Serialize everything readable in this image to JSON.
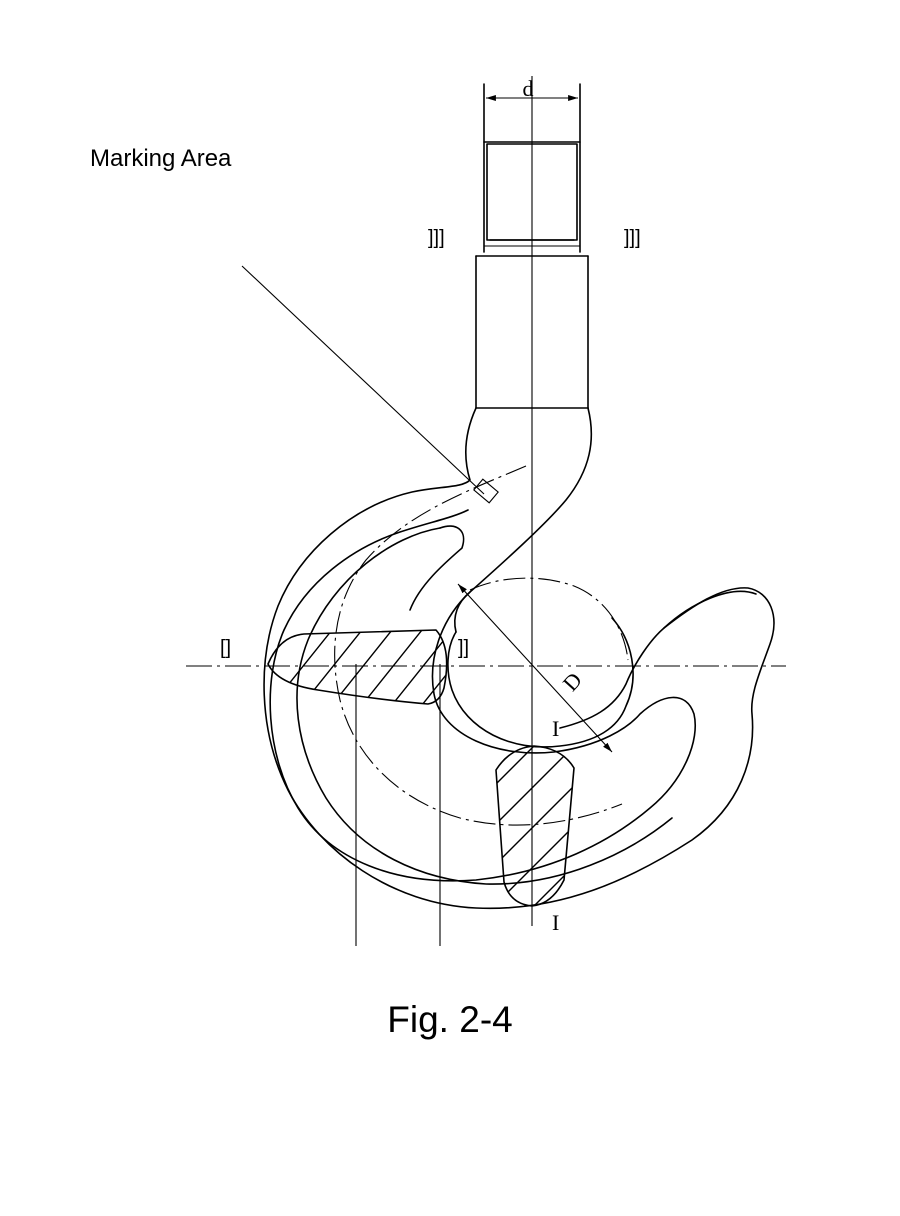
{
  "labels": {
    "marking_area": "Marking Area",
    "figure_caption": "Fig. 2-4",
    "dim_d": "d",
    "dim_D": "D",
    "section_III_left": "]]]",
    "section_III_right": "]]]",
    "section_II_left": "[]",
    "section_II_right": "]]",
    "section_I_top": "I",
    "section_I_bottom": "I"
  }
}
